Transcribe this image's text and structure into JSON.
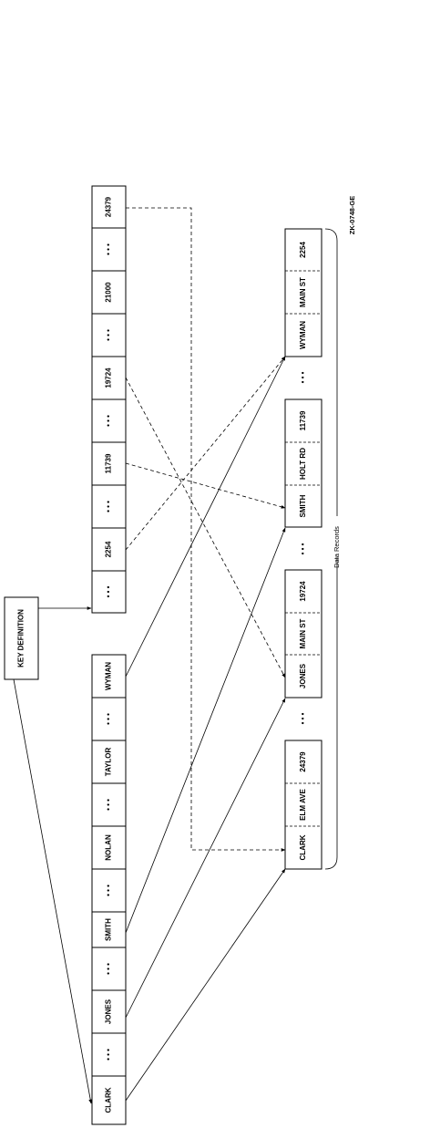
{
  "key_definition": {
    "label": "KEY DEFINITION"
  },
  "primary_keys": [
    "CLARK",
    "• • •",
    "JONES",
    "• • •",
    "SMITH",
    "• • •",
    "NOLAN",
    "• • •",
    "TAYLOR",
    "• • •",
    "WYMAN"
  ],
  "alternate_keys": [
    "• • •",
    "2254",
    "• • •",
    "11739",
    "• • •",
    "19724",
    "• • •",
    "21000",
    "• • •",
    "24379"
  ],
  "data_records": [
    [
      "CLARK",
      "ELM AVE",
      "24379"
    ],
    [
      "JONES",
      "MAIN ST",
      "19724"
    ],
    [
      "SMITH",
      "HOLT RD",
      "11739"
    ],
    [
      "WYMAN",
      "MAIN ST",
      "2254"
    ]
  ],
  "ellipsis": "• • •",
  "data_records_label": "Data Records",
  "figure_id": "ZK-0748-GE",
  "colors": {
    "ink": "#000000",
    "paper": "#ffffff"
  }
}
